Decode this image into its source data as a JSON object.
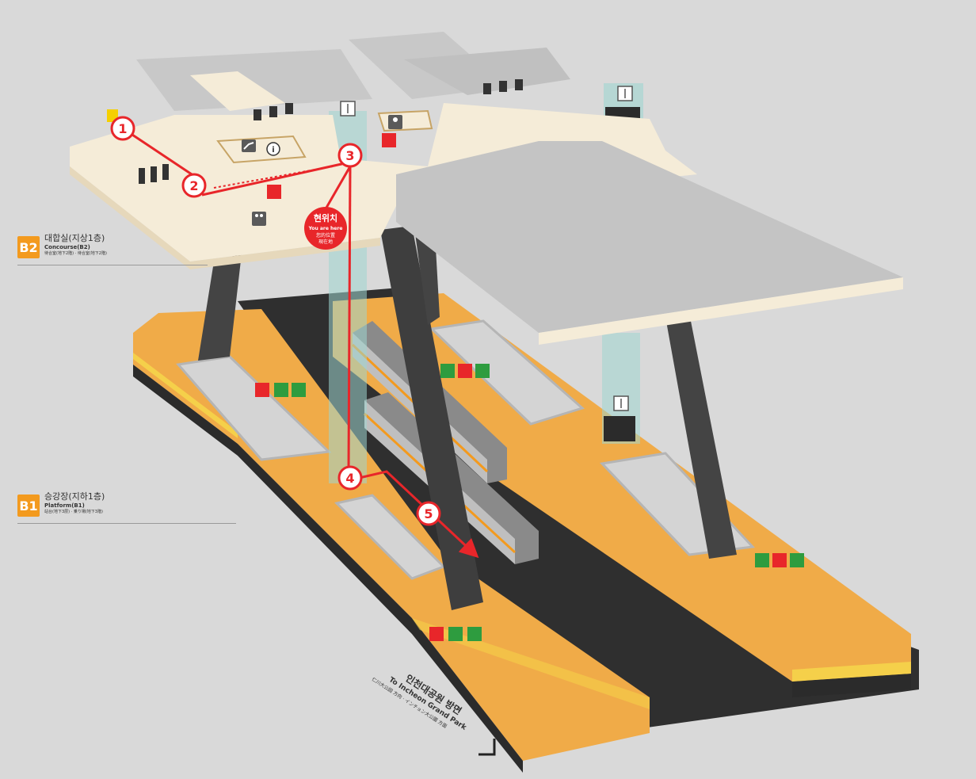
{
  "floors": {
    "b2": {
      "badge": "B2",
      "name_ko": "대합실(지상1층)",
      "name_en": "Concourse(B2)",
      "name_jp": "待合室(地下2階) · 待合室(地下2階)"
    },
    "b1": {
      "badge": "B1",
      "name_ko": "승강장(지하1층)",
      "name_en": "Platform(B1)",
      "name_jp": "站台(地下3层) · 乗り場(地下3階)"
    }
  },
  "route_steps": [
    "1",
    "2",
    "3",
    "4",
    "5"
  ],
  "you_are_here": {
    "ko": "현위치",
    "en": "You are here",
    "cn": "您的位置",
    "jp": "現在地"
  },
  "direction": {
    "ko": "인천대공원 방면",
    "en": "To Incheon Grand Park",
    "sub": "仁川大公园 方向 · インチョン大公園 方面"
  },
  "colors": {
    "platform": "#f0ab48",
    "concourse_floor": "#f5ecd8",
    "roof": "#c4c4c4",
    "track": "#2f2f2f",
    "route": "#e8262a",
    "accent": "#f39a1e",
    "glass": "#9fd6d0"
  },
  "icons": [
    "escalator-icon",
    "information-icon",
    "elevator-icon",
    "baby-room-icon",
    "toilet-icon",
    "fire-extinguisher-icon",
    "emergency-phone-icon",
    "aed-icon",
    "exit-icon"
  ]
}
